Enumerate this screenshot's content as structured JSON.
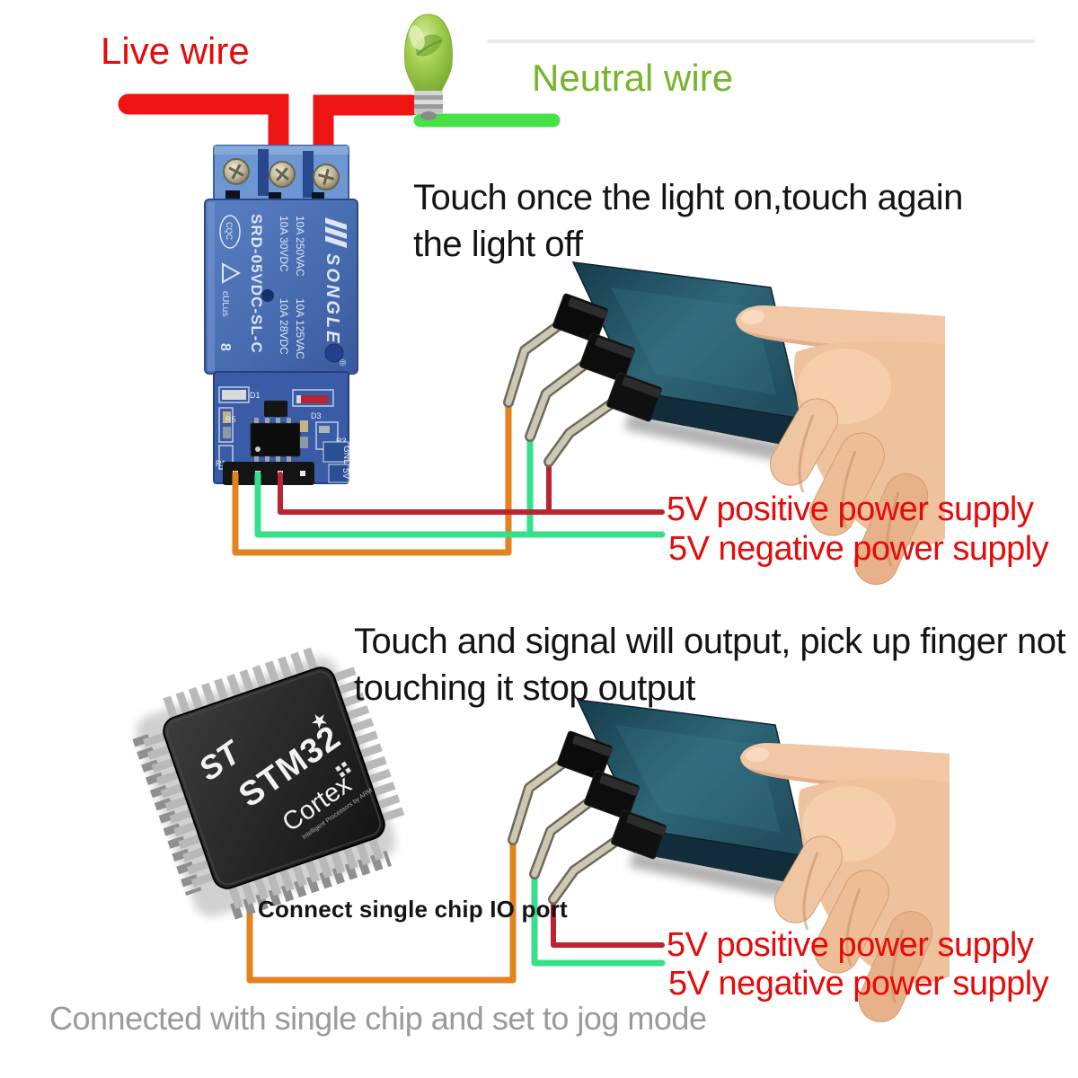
{
  "labels": {
    "live_wire": "Live wire",
    "neutral_wire": "Neutral wire",
    "touch_once_1": "Touch once the light on,touch again",
    "touch_once_2": "the light off",
    "supply_positive": "5V positive power supply",
    "supply_negative": "5V negative power supply",
    "touch_signal_1": "Touch and signal will output, pick up finger not",
    "touch_signal_2": "touching it stop output",
    "connect_io": "Connect single chip IO port",
    "jog_mode": "Connected with single chip and set to jog mode"
  },
  "relay": {
    "brand": "SONGLE",
    "registered": "®",
    "rating_a1": "10A 250VAC",
    "rating_a2": "10A 125VAC",
    "rating_b1": "10A 30VDC",
    "rating_b2": "10A 28VDC",
    "model": "SRD-05VDC-SL-C",
    "cert_cqc": "CQC",
    "cert_ul": "cULus",
    "coil_digit": "8",
    "silk_d1": "D1",
    "silk_r5": "R5",
    "silk_d3": "D3",
    "silk_r3": "R3",
    "silk_r1": "R1",
    "silk_gnd": "GND",
    "silk_5v": "5V"
  },
  "chip": {
    "maker_logo": "ST",
    "name": "STM32",
    "star": "★",
    "family": "Cortex",
    "tagline": "Intelligent Processors by ARM"
  },
  "colors": {
    "label_red": "#e60a0a",
    "label_green": "#76b52a",
    "label_gray": "#9a9a9a",
    "text_black": "#141414",
    "wire_live_red": "#ee1414",
    "wire_neutral_green": "#47e147",
    "wire_signal_red": "#bb2433",
    "wire_signal_green": "#37df8b",
    "wire_signal_orange": "#e2831d",
    "relay_body_blue": "#4a6db3",
    "sensor_panel_teal": "#1e4a5d"
  }
}
